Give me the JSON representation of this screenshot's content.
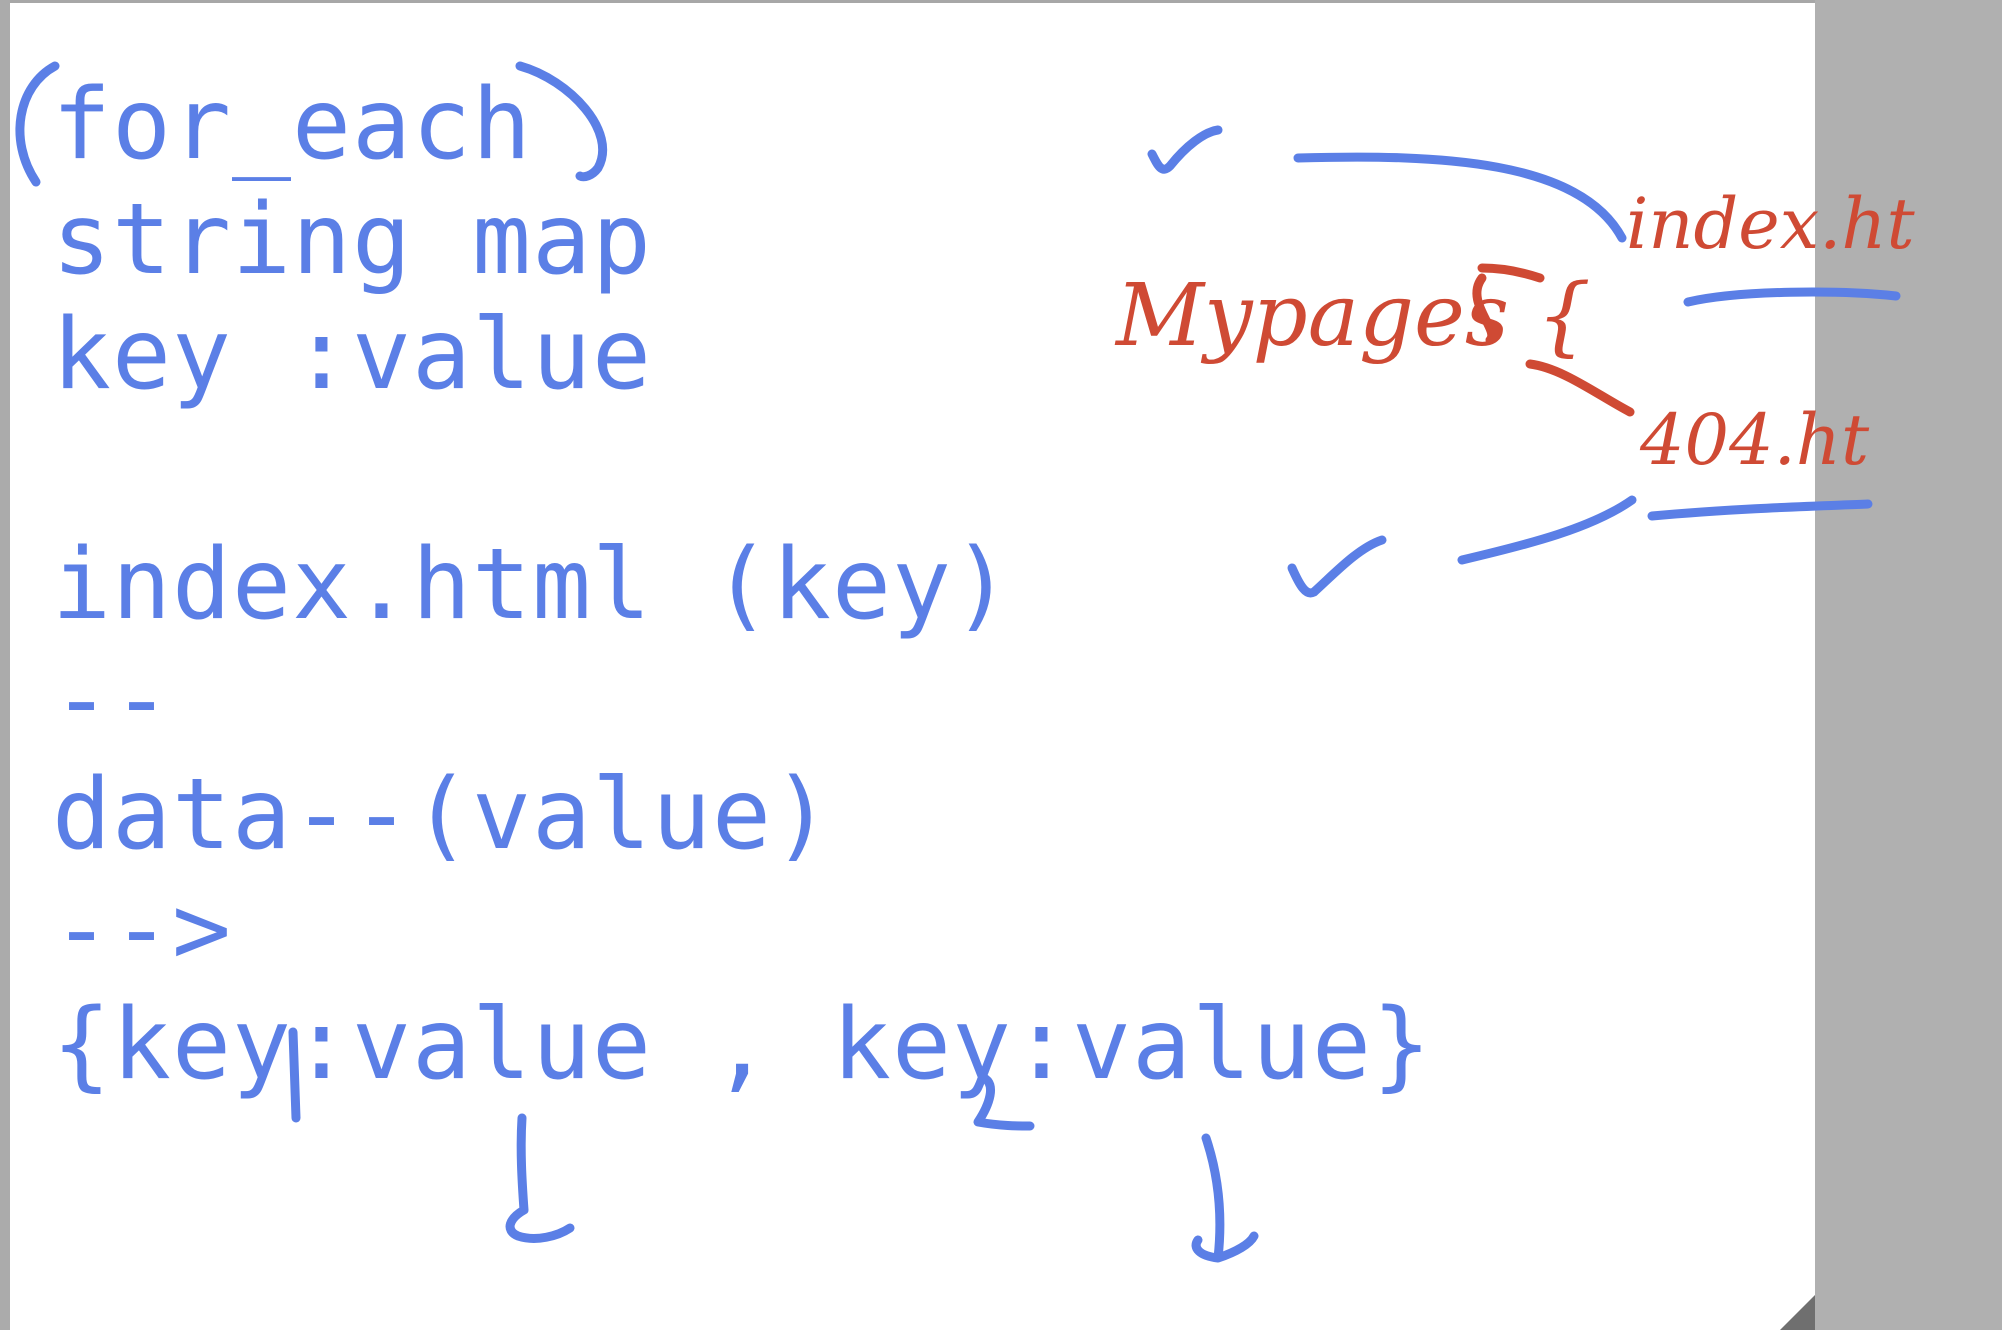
{
  "code": {
    "line1": "for_each",
    "line2": "string map",
    "line3": "key :value",
    "line4": "index.html (key)",
    "line5": "--",
    "line6": "data--(value)",
    "line7": "-->",
    "line8": "{key:value , key:value}"
  },
  "annotations": {
    "map_label": "Mypages {",
    "key_index": "index.ht",
    "key_404": "404.ht"
  },
  "colors": {
    "code_ink": "#5b7fe6",
    "annotation_ink": "#cf4a34",
    "side_panel": "#b0b0b0"
  }
}
